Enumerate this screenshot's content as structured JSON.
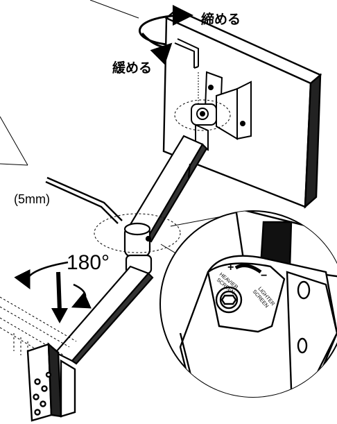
{
  "labels": {
    "tighten": "締める",
    "loosen": "緩める",
    "wrench_size": "(5mm)",
    "rotation": "180°",
    "plus": "+",
    "minus": "−",
    "heavier": "HEAVIER",
    "heavier_screen": "SCREEN",
    "lighter": "LIGHTER",
    "lighter_screen": "SCREEN"
  }
}
